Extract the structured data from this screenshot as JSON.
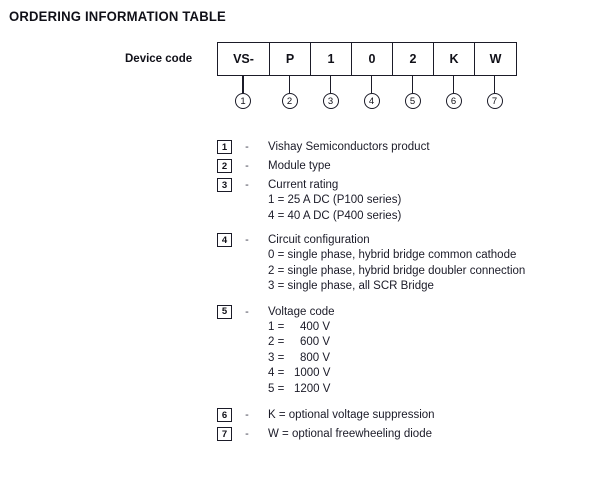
{
  "section": {
    "title": "ORDERING INFORMATION TABLE"
  },
  "device_code": {
    "label": "Device code",
    "cells": [
      {
        "value": "VS-",
        "callout": "1"
      },
      {
        "value": "P",
        "callout": "2"
      },
      {
        "value": "1",
        "callout": "3"
      },
      {
        "value": "0",
        "callout": "4"
      },
      {
        "value": "2",
        "callout": "5"
      },
      {
        "value": "K",
        "callout": "6"
      },
      {
        "value": "W",
        "callout": "7"
      }
    ]
  },
  "legend": {
    "dash": "-",
    "items": [
      {
        "number": "1",
        "title": "Vishay Semiconductors product",
        "subitems": []
      },
      {
        "number": "2",
        "title": "Module type",
        "subitems": []
      },
      {
        "number": "3",
        "title": "Current rating",
        "subitems": [
          "1 = 25 A DC (P100 series)",
          "4 = 40 A DC (P400 series)"
        ]
      },
      {
        "number": "4",
        "title": "Circuit configuration",
        "subitems": [
          "0 = single phase, hybrid bridge common cathode",
          "2 = single phase, hybrid bridge doubler connection",
          "3 = single phase, all SCR Bridge"
        ]
      },
      {
        "number": "5",
        "title": "Voltage code",
        "voltage_rows": [
          {
            "key": "1 =",
            "value": "400 V"
          },
          {
            "key": "2 =",
            "value": "600 V"
          },
          {
            "key": "3 =",
            "value": "800 V"
          },
          {
            "key": "4 =",
            "value": "1000 V"
          },
          {
            "key": "5 =",
            "value": "1200 V"
          }
        ],
        "subitems": []
      },
      {
        "number": "6",
        "title": "K = optional voltage suppression",
        "subitems": []
      },
      {
        "number": "7",
        "title": "W = optional freewheeling diode",
        "subitems": []
      }
    ]
  },
  "colors": {
    "ink": "#1b1b28",
    "rule": "#1b1b28",
    "background": "#ffffff"
  }
}
